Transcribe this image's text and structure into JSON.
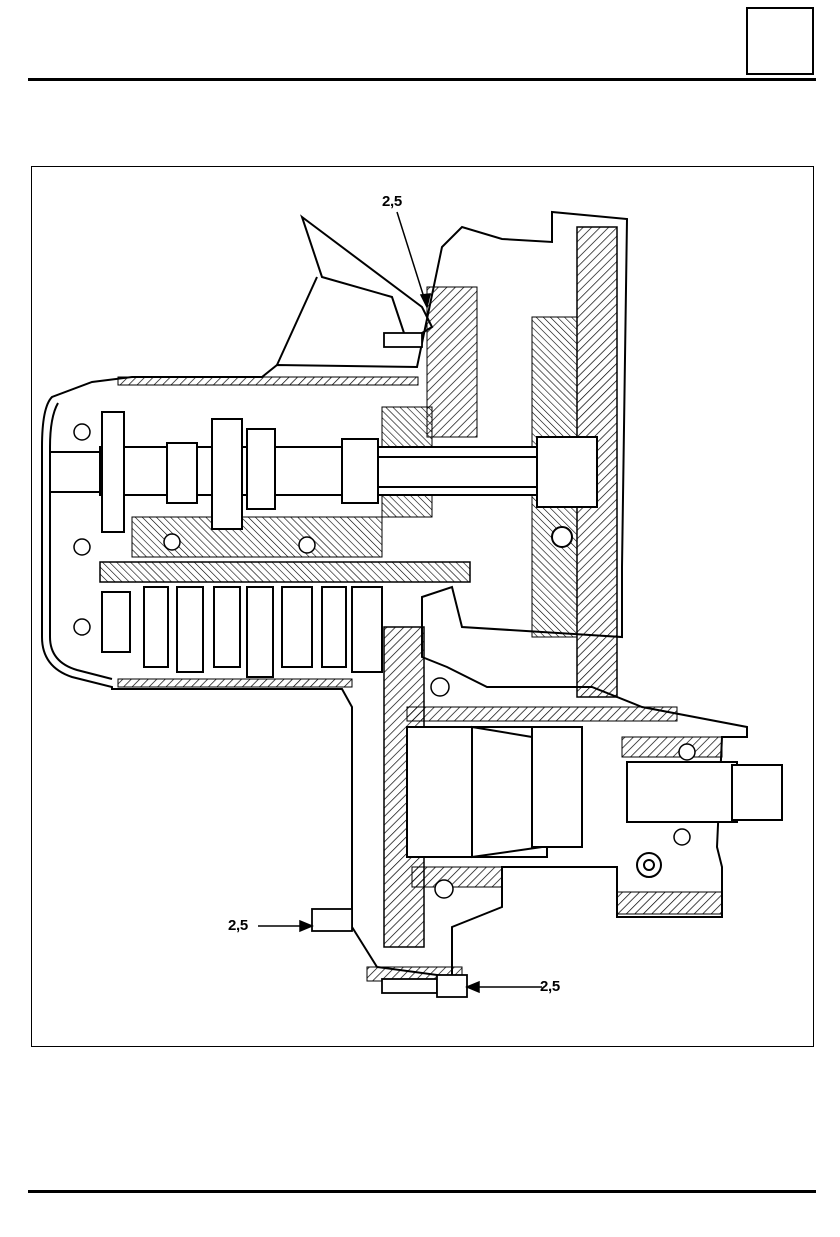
{
  "header": {
    "tab_text": ""
  },
  "figure": {
    "description_free": true,
    "labels": [
      {
        "id": "top",
        "text": "2,5"
      },
      {
        "id": "left",
        "text": "2,5"
      },
      {
        "id": "bottom",
        "text": "2,5"
      }
    ]
  }
}
